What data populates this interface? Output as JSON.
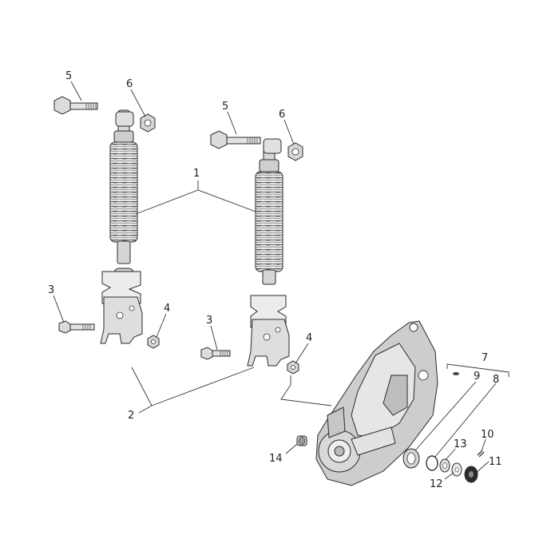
{
  "diagram": {
    "callouts": {
      "c1": "1",
      "c2": "2",
      "c3a": "3",
      "c3b": "3",
      "c4a": "4",
      "c4b": "4",
      "c5a": "5",
      "c5b": "5",
      "c6a": "6",
      "c6b": "6",
      "c7": "7",
      "c8": "8",
      "c9": "9",
      "c10": "10",
      "c11": "11",
      "c12": "12",
      "c13": "13",
      "c14": "14"
    }
  }
}
